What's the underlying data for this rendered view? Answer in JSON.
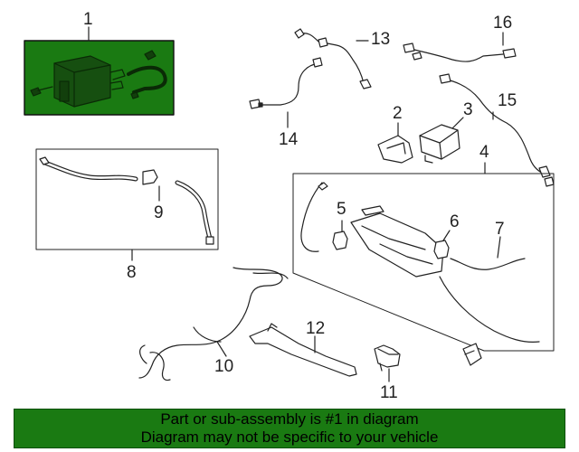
{
  "diagram": {
    "callouts": {
      "c1": "1",
      "c2": "2",
      "c3": "3",
      "c4": "4",
      "c5": "5",
      "c6": "6",
      "c7": "7",
      "c8": "8",
      "c9": "9",
      "c10": "10",
      "c11": "11",
      "c12": "12",
      "c13": "13",
      "c14": "14",
      "c15": "15",
      "c16": "16"
    },
    "highlight_color": "#1a7a12",
    "line_color": "#222222"
  },
  "banner": {
    "line1": "Part or sub-assembly is #1 in diagram",
    "line2": "Diagram may not be specific to your vehicle",
    "color": "#1a7a12"
  }
}
